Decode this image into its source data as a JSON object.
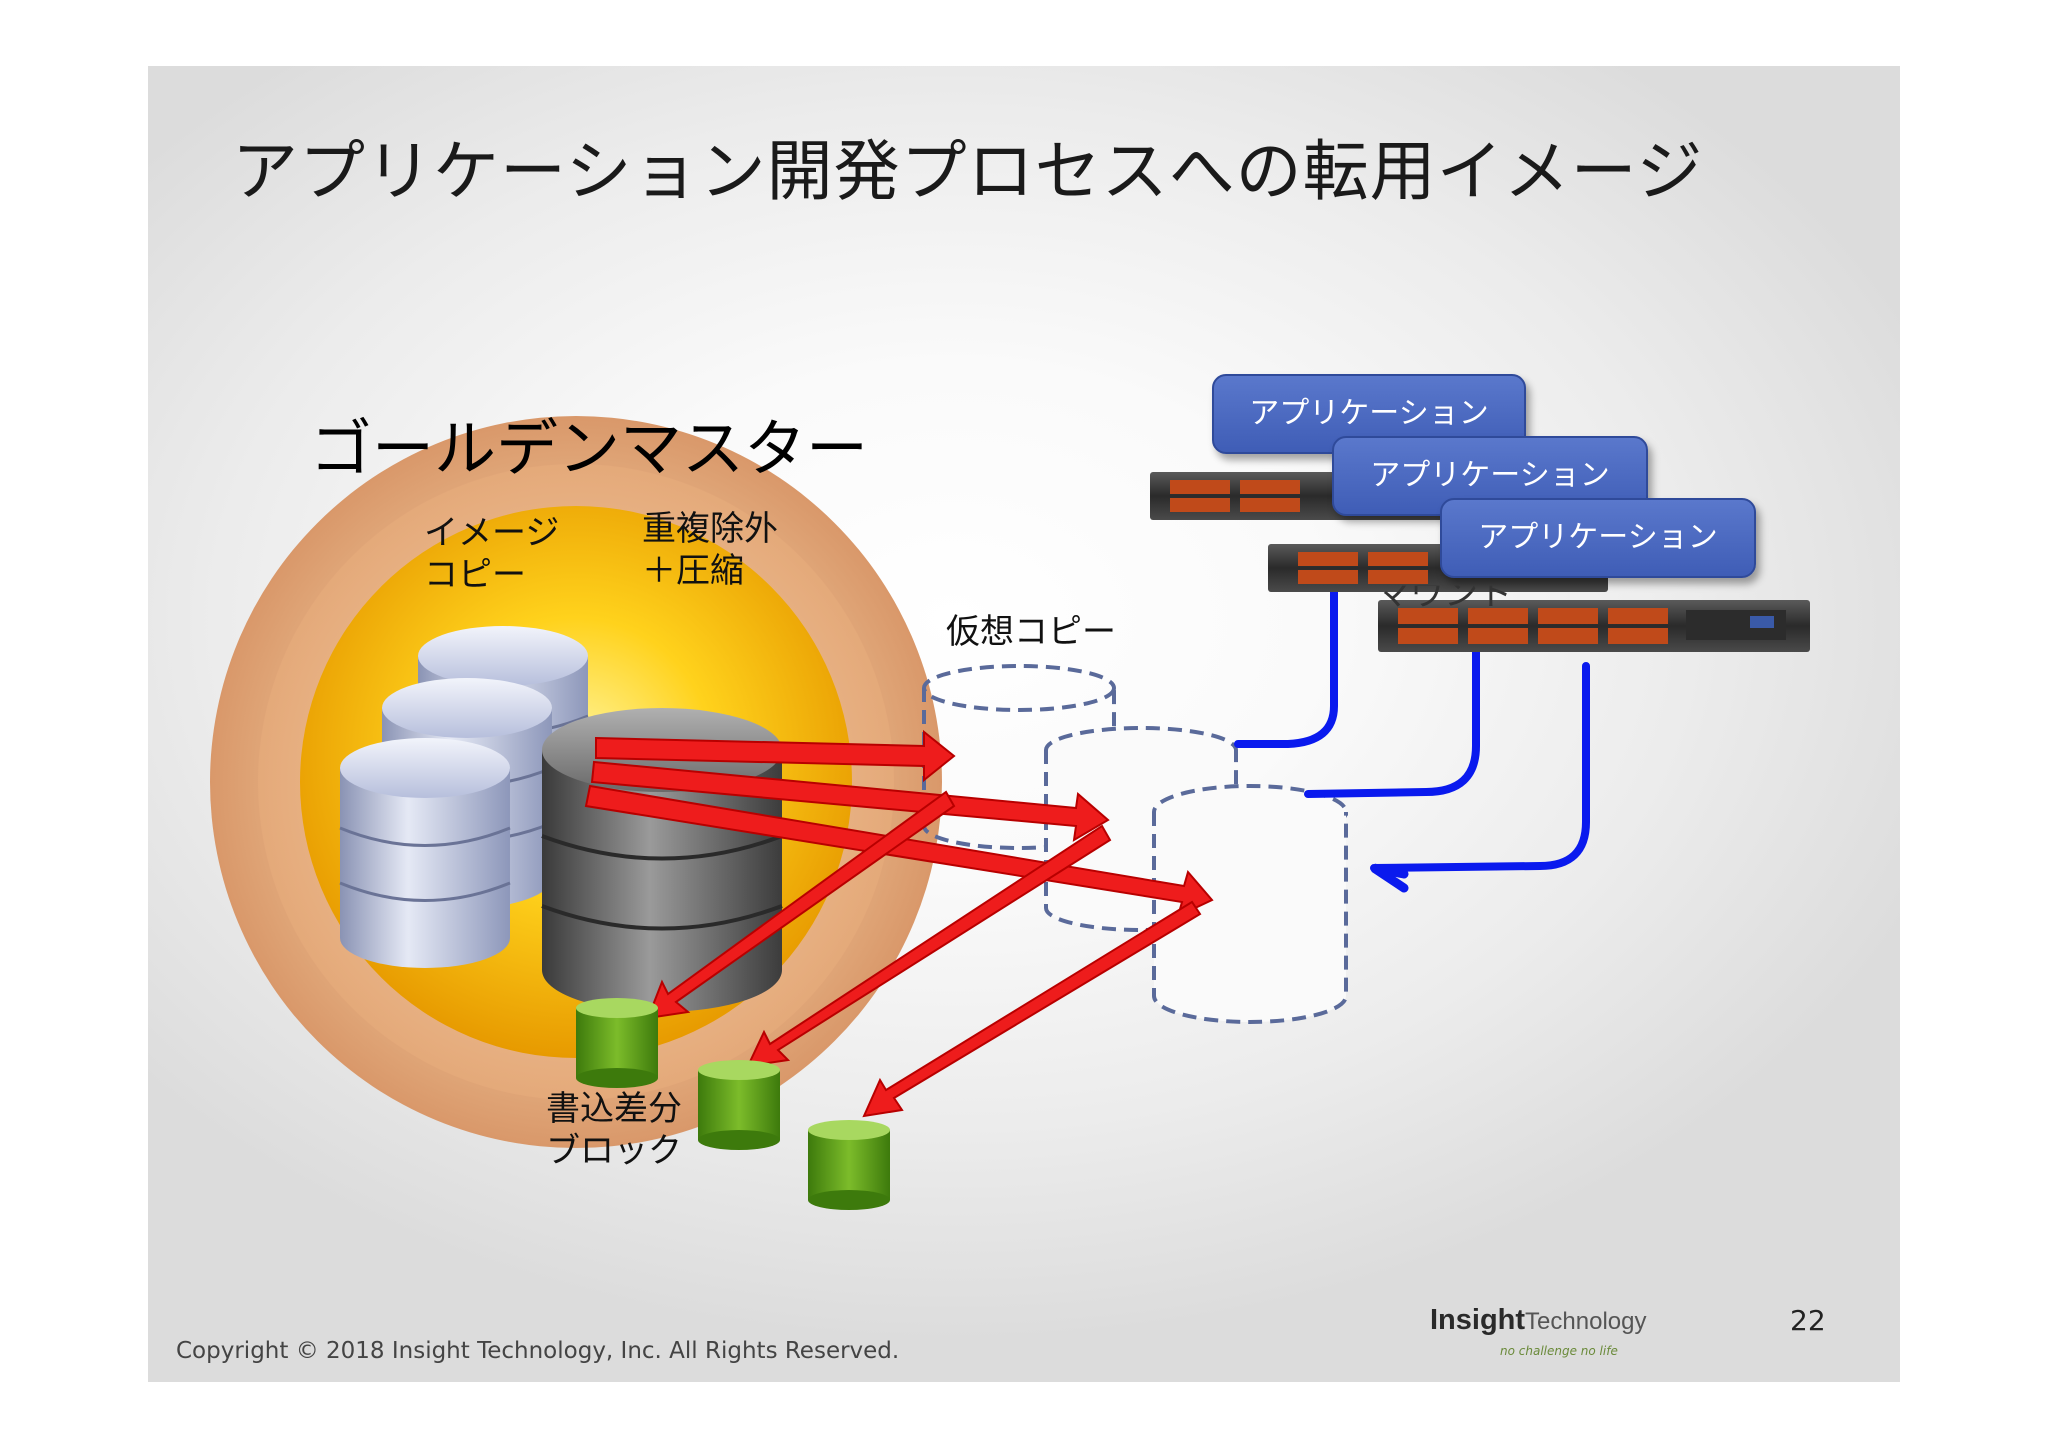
{
  "title": "アプリケーション開発プロセスへの転用イメージ",
  "golden_master": "ゴールデンマスター",
  "labels": {
    "image_copy": [
      "イメージ",
      "コピー"
    ],
    "dedup": [
      "重複除外",
      "＋圧縮"
    ],
    "virtual_copy": "仮想コピー",
    "mount": "マウント",
    "write_diff": [
      "書込差分",
      "ブロック"
    ]
  },
  "applications": [
    "アプリケーション",
    "アプリケーション",
    "アプリケーション"
  ],
  "footer": {
    "copyright": "Copyright © 2018 Insight Technology, Inc. All Rights Reserved.",
    "page": "22",
    "logo_main": "Insight",
    "logo_sub": "Technology",
    "logo_tag": "no challenge no life"
  },
  "colors": {
    "arrow_red": "#ee1c1c",
    "mount_blue": "#0a1aee",
    "app_blue": "#4a68c0",
    "dashed_cylinder": "#5a6a9a",
    "green_block": "#5a9a1a"
  }
}
